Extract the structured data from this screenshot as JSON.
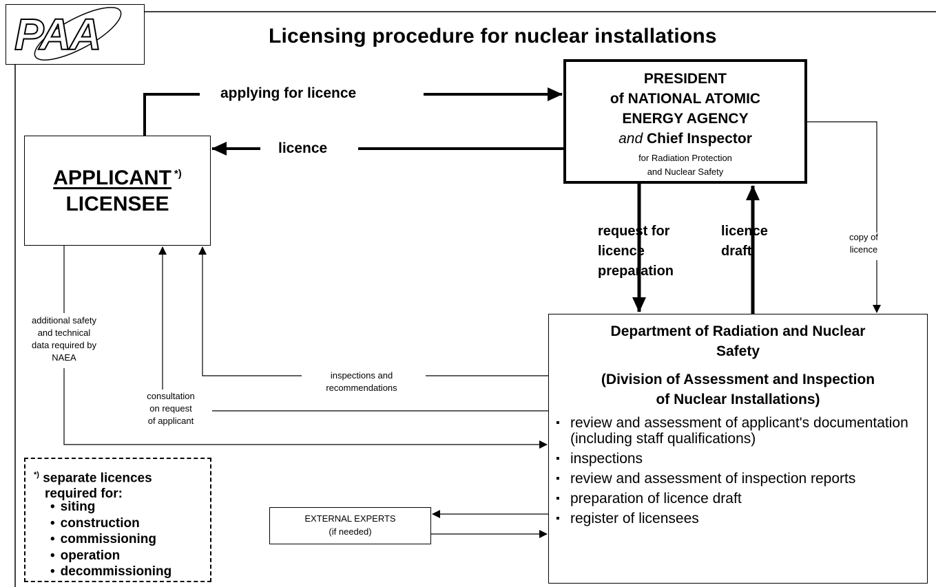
{
  "title": "Licensing procedure for nuclear installations",
  "logo": {
    "text": "PAA"
  },
  "applicant": {
    "line1": "APPLICANT",
    "footnote_mark": "*)",
    "line2": "LICENSEE"
  },
  "president": {
    "line1": "PRESIDENT",
    "line2": "of NATIONAL ATOMIC",
    "line3": "ENERGY AGENCY",
    "and_word": "and",
    "chief": "Chief Inspector",
    "sub1": "for Radiation Protection",
    "sub2": "and Nuclear Safety"
  },
  "department": {
    "title1": "Department of Radiation and Nuclear",
    "title2": "Safety",
    "division1": "(Division of Assessment and Inspection",
    "division2": "of Nuclear Installations)",
    "tasks": [
      "review and assessment of applicant's documentation (including staff qualifications)",
      "inspections",
      "review and assessment of inspection reports",
      "preparation of licence draft",
      "register of licensees"
    ]
  },
  "notes": {
    "mark": "*)",
    "line1": "separate licences",
    "line2": "required for:",
    "items": [
      "siting",
      "construction",
      "commissioning",
      "operation",
      "decommissioning"
    ]
  },
  "experts": {
    "line1": "EXTERNAL EXPERTS",
    "line2": "(if needed)"
  },
  "flows": {
    "applying": "applying for licence",
    "licence": "licence",
    "request": [
      "request for",
      "licence",
      "preparation"
    ],
    "draft": [
      "licence",
      "draft"
    ],
    "copy": [
      "copy of",
      "licence"
    ],
    "additional": [
      "additional safety",
      "and technical",
      "data required by",
      "NAEA"
    ],
    "inspections": [
      "inspections and",
      "recommendations"
    ],
    "consultation": [
      "consultation",
      "on request",
      "of applicant"
    ]
  }
}
